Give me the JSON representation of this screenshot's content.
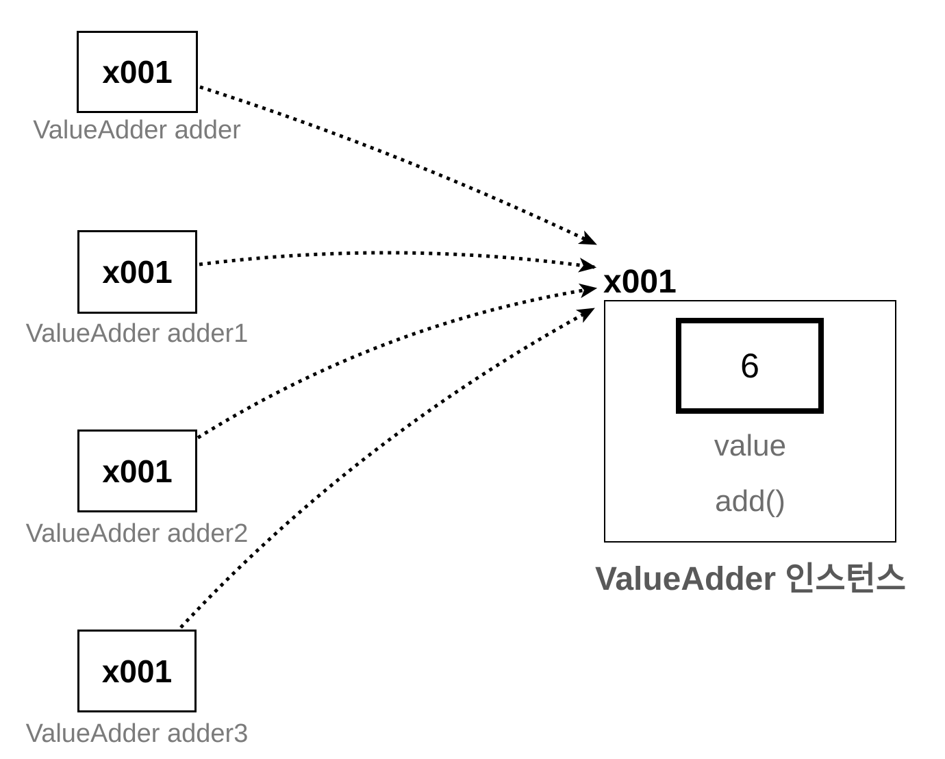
{
  "diagram": {
    "references": [
      {
        "address": "x001",
        "label": "ValueAdder adder"
      },
      {
        "address": "x001",
        "label": "ValueAdder adder1"
      },
      {
        "address": "x001",
        "label": "ValueAdder adder2"
      },
      {
        "address": "x001",
        "label": "ValueAdder adder3"
      }
    ],
    "instance": {
      "address": "x001",
      "field_value": "6",
      "field_label": "value",
      "method_label": "add()",
      "caption": "ValueAdder 인스턴스"
    },
    "colors": {
      "line": "#000000",
      "box_border": "#000000",
      "reference_label_gray": "#7b7b7b",
      "member_gray": "#6e6e6e",
      "caption_gray": "#595959",
      "background": "#ffffff"
    }
  }
}
